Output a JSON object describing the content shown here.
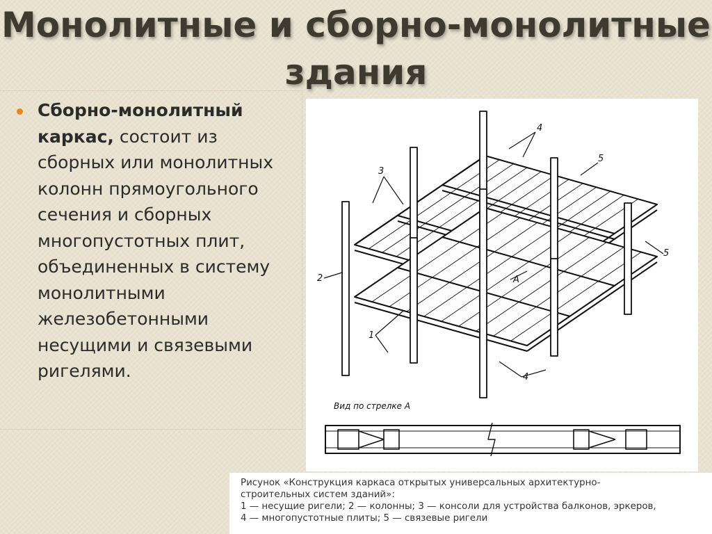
{
  "slide": {
    "title_line1": "Монолитные и сборно-монолитные",
    "title_line2": "здания",
    "bullet_bold": "Сборно-монолитный каркас,",
    "bullet_text": " состоит из сборных или монолитных колонн прямоугольного сечения и сборных многопустотных плит, объединенных в систему монолитными железобетонными несущими и связевыми ригелями.",
    "accent_color": "#e8871e"
  },
  "figure": {
    "labels": {
      "n1": "1",
      "n2": "2",
      "n3": "3",
      "n4a": "4",
      "n4b": "4",
      "n5a": "5",
      "n5b": "5",
      "arrowA": "А",
      "view": "Вид по стрелке А"
    }
  },
  "caption": {
    "line1": "Рисунок «Конструкция каркаса открытых универсальных архитектурно-",
    "line2": "строительных систем зданий»:",
    "line3": "1 — несущие ригели;  2 — колонны; 3 — консоли для  устройства балконов, эркеров,",
    "line4": "4 — многопустотные плиты; 5 — связевые ригели"
  }
}
